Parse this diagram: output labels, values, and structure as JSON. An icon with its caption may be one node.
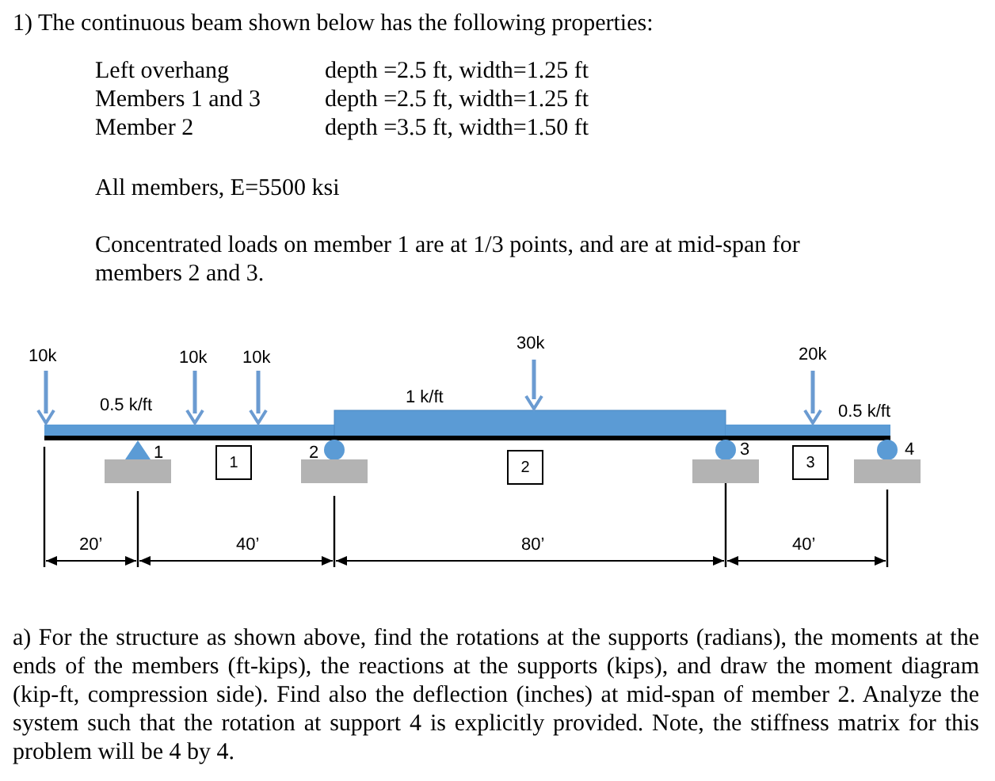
{
  "diagram": {
    "title": "1) The continuous beam shown below has the following properties:",
    "nodes": [
      {
        "text": [
          "1"
        ]
      },
      {
        "text": [
          "2"
        ]
      },
      {
        "text": [
          "3"
        ]
      }
    ],
    "labels": [
      "Left overhang",
      "depth =2.5 ft, width=1.25 ft",
      "Members 1 and 3",
      "depth =2.5 ft, width=1.25 ft",
      "Member 2",
      "depth =3.5 ft, width=1.50 ft",
      "All members, E=5500 ksi",
      "Concentrated loads on member 1 are at 1/3 points, and are at mid-span for members 2 and 3.",
      "10k",
      "10k",
      "10k",
      "30k",
      "20k",
      "0.5 k/ft",
      "1 k/ft",
      "0.5 k/ft",
      "1",
      "2",
      "3",
      "4",
      "20’",
      "40’",
      "80’",
      "40’",
      "a) For the structure as shown above, find the rotations at the supports (radians), the moments at the ends of the members (ft-kips), the reactions at the supports (kips), and draw the moment diagram (kip-ft, compression side).  Find also the deflection (inches) at mid-span of member 2. Analyze the system such that the rotation at support 4 is explicitly provided.  Note, the stiffness matrix for this problem will be 4 by 4."
    ]
  }
}
